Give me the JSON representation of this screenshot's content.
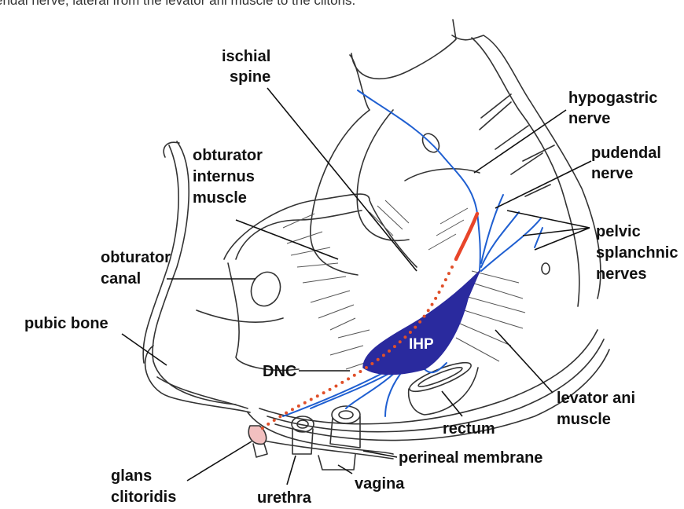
{
  "caption": "endal nerve, lateral from the levator ani muscle to the clitoris.",
  "labels": {
    "ischial_spine": [
      "ischial",
      "spine"
    ],
    "hypogastric_nerve": [
      "hypogastric",
      "nerve"
    ],
    "pudendal_nerve": [
      "pudendal",
      "nerve"
    ],
    "obturator_internus": [
      "obturator",
      "internus",
      "muscle"
    ],
    "obturator_canal": [
      "obturator",
      "canal"
    ],
    "pelvic_splanchnic": [
      "pelvic",
      "splanchnic",
      "nerves"
    ],
    "pubic_bone": "pubic bone",
    "dnc": "DNC",
    "ihp": "IHP",
    "levator_ani": [
      "levator ani",
      "muscle"
    ],
    "rectum": "rectum",
    "perineal_membrane": "perineal membrane",
    "glans_clitoridis": [
      "glans",
      "clitoridis"
    ],
    "urethra": "urethra",
    "vagina": "vagina"
  },
  "colors": {
    "nerve_blue": "#1f5fd1",
    "plexus_fill": "#2a2a9e",
    "dnc_dots": "#e0502a",
    "pudendal_red": "#e8452a",
    "outline": "#333333"
  }
}
